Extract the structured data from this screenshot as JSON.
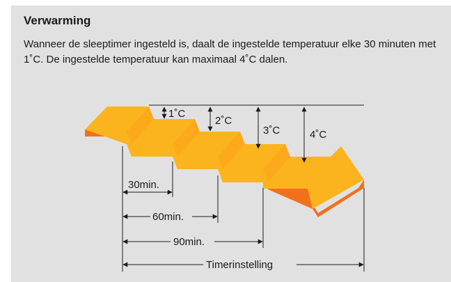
{
  "heading": "Verwarming",
  "description": "Wanneer de sleeptimer ingesteld is, daalt de ingestelde temperatuur elke 30 minuten met 1˚C. De ingestelde temperatuur kan maximaal 4˚C dalen.",
  "diagram": {
    "drops": [
      {
        "label": "1˚C",
        "steps": 1
      },
      {
        "label": "2˚C",
        "steps": 2
      },
      {
        "label": "3˚C",
        "steps": 3
      },
      {
        "label": "4˚C",
        "steps": 4
      }
    ],
    "durations": [
      {
        "label": "30min.",
        "steps": 1
      },
      {
        "label": "60min.",
        "steps": 2
      },
      {
        "label": "90min.",
        "steps": 3
      }
    ],
    "timer_label": "Timerinstelling",
    "colors": {
      "panel": "#e1e1e1",
      "step_top": "#fbb41e",
      "step_riser": "#fca41a",
      "step_shadow": "#f0701e",
      "line": "#1a1a1a"
    }
  }
}
